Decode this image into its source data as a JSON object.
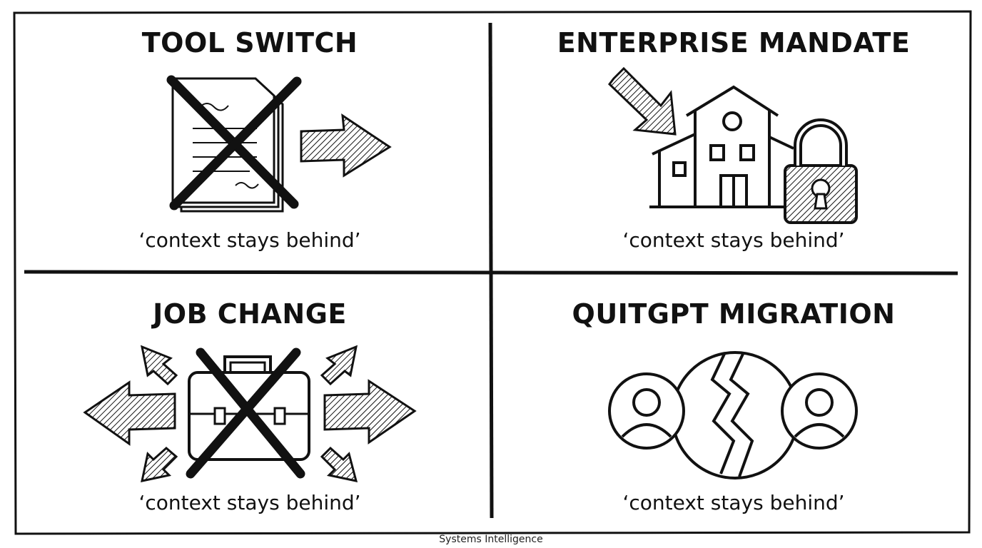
{
  "panels": [
    {
      "title": "TOOL SWITCH",
      "caption": "‘context stays behind’",
      "icon": "crossed-document-with-arrow-icon"
    },
    {
      "title": "ENTERPRISE MANDATE",
      "caption": "‘context stays behind’",
      "icon": "building-with-lock-icon"
    },
    {
      "title": "JOB CHANGE",
      "caption": "‘context stays behind’",
      "icon": "crossed-briefcase-with-arrows-icon"
    },
    {
      "title": "QUITGPT MIGRATION",
      "caption": "‘context stays behind’",
      "icon": "broken-connection-people-icon"
    }
  ],
  "footer": "Systems Intelligence",
  "colors": {
    "ink": "#111111",
    "background": "#ffffff"
  }
}
